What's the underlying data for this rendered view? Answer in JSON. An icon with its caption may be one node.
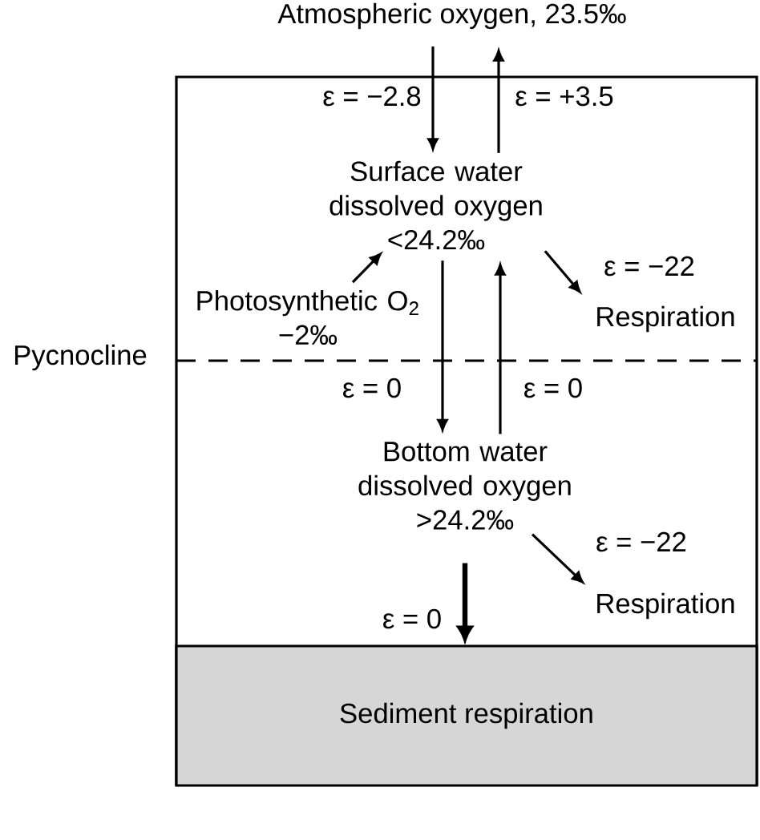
{
  "diagram": {
    "nodes": [
      {
        "text": [
          "Atmospheric oxygen, 23.5‰"
        ]
      },
      {
        "text": [
          "Surface water dissolved oxygen",
          "<24.2‰"
        ]
      },
      {
        "text": [
          "Photosynthetic O$_{2}$",
          "−2‰"
        ]
      },
      {
        "text": [
          "Respiration"
        ]
      },
      {
        "text": [
          "Bottom water dissolved oxygen",
          ">24.2‰"
        ]
      },
      {
        "text": [
          "Respiration"
        ]
      },
      {
        "text": [
          "Sediment respiration"
        ]
      }
    ],
    "edges": [
      {
        "from": 0,
        "to": 1,
        "arrow": "to",
        "label": "ε = −2.8"
      },
      {
        "from": 1,
        "to": 0,
        "arrow": "to",
        "label": "ε = +3.5"
      },
      {
        "from": 2,
        "to": 1,
        "arrow": "to"
      },
      {
        "from": 1,
        "to": 3,
        "arrow": "to",
        "label": "ε = −22"
      },
      {
        "from": 1,
        "to": 4,
        "arrow": "to",
        "label": "ε = 0"
      },
      {
        "from": 4,
        "to": 1,
        "arrow": "to",
        "label": "ε = 0"
      },
      {
        "from": 4,
        "to": 5,
        "arrow": "to",
        "label": "ε = −22"
      },
      {
        "from": 4,
        "to": 6,
        "arrow": "to",
        "label": "ε = 0",
        "style": "thick"
      }
    ],
    "labels": [
      "Pycnocline"
    ]
  }
}
